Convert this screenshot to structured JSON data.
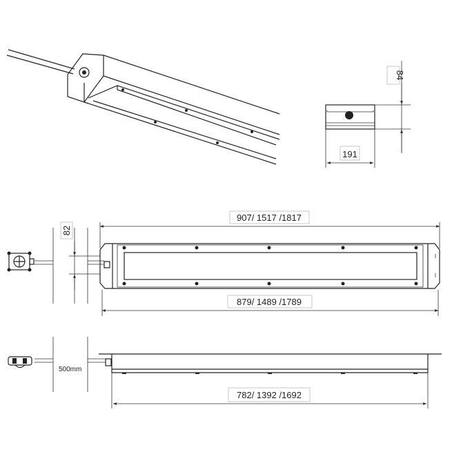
{
  "dimensions": {
    "section_width": "191",
    "section_height": "84",
    "cable_gland_height": "82",
    "overall_length": "907/  1517  /1817",
    "body_length": "879/  1489  /1789",
    "mounting_length": "782/  1392  /1692",
    "cable_length": "500mm"
  }
}
